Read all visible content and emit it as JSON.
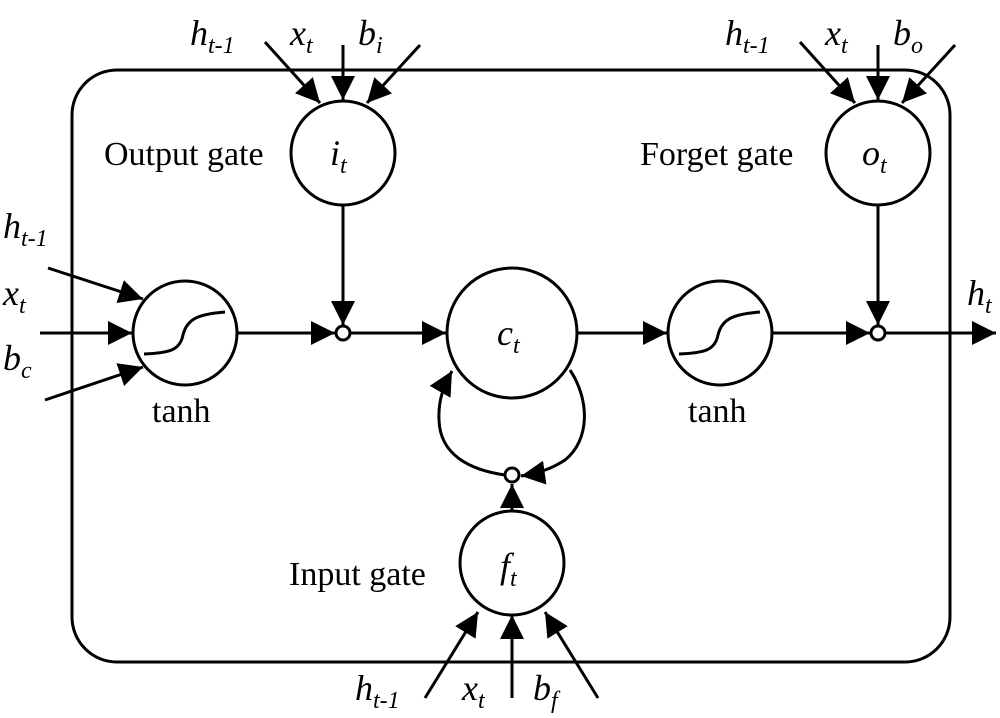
{
  "labels": {
    "output_gate": "Output gate",
    "forget_gate": "Forget gate",
    "input_gate": "Input gate",
    "tanh_left": "tanh",
    "tanh_right": "tanh"
  },
  "nodes": {
    "i": {
      "base": "i",
      "sub": "t"
    },
    "o": {
      "base": "o",
      "sub": "t"
    },
    "c": {
      "base": "c",
      "sub": "t"
    },
    "f": {
      "base": "f",
      "sub": "t"
    }
  },
  "inputs": {
    "i_gate": {
      "h": {
        "base": "h",
        "sub": "t-1"
      },
      "x": {
        "base": "x",
        "sub": "t"
      },
      "b": {
        "base": "b",
        "sub": "i"
      }
    },
    "o_gate": {
      "h": {
        "base": "h",
        "sub": "t-1"
      },
      "x": {
        "base": "x",
        "sub": "t"
      },
      "b": {
        "base": "b",
        "sub": "o"
      }
    },
    "tanh": {
      "h": {
        "base": "h",
        "sub": "t-1"
      },
      "x": {
        "base": "x",
        "sub": "t"
      },
      "b": {
        "base": "b",
        "sub": "c"
      }
    },
    "f_gate": {
      "h": {
        "base": "h",
        "sub": "t-1"
      },
      "x": {
        "base": "x",
        "sub": "t"
      },
      "b": {
        "base": "b",
        "sub": "f"
      }
    }
  },
  "output": {
    "base": "h",
    "sub": "t"
  }
}
